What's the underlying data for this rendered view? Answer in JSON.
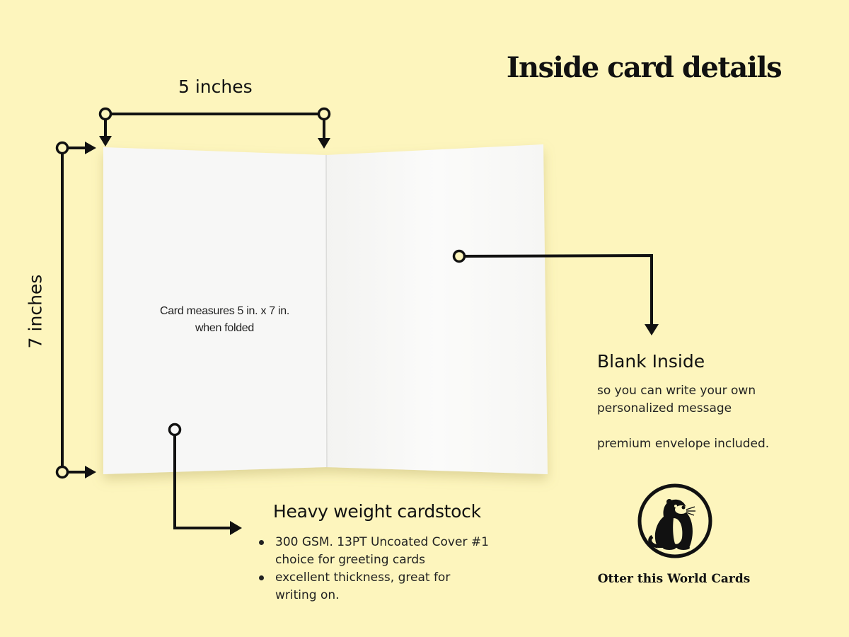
{
  "title": "Inside card details",
  "dimensions": {
    "width_label": "5 inches",
    "height_label": "7 inches"
  },
  "card": {
    "measure_line1": "Card measures 5 in. x 7 in.",
    "measure_line2": "when folded"
  },
  "blank_inside": {
    "heading": "Blank Inside",
    "line1": "so you can write  your own",
    "line2": "personalized message",
    "line3": "premium envelope included."
  },
  "cardstock": {
    "heading": "Heavy weight cardstock",
    "items": [
      {
        "line1": "300 GSM. 13PT Uncoated Cover #1",
        "line2": "choice for greeting cards"
      },
      {
        "line1": "excellent thickness, great for",
        "line2": "writing on."
      }
    ]
  },
  "brand": {
    "name": "Otter this World Cards",
    "logo_icon": "otter-logo-icon"
  },
  "colors": {
    "background": "#fdf5bd",
    "card": "#f8f8f6",
    "ink": "#111111"
  }
}
